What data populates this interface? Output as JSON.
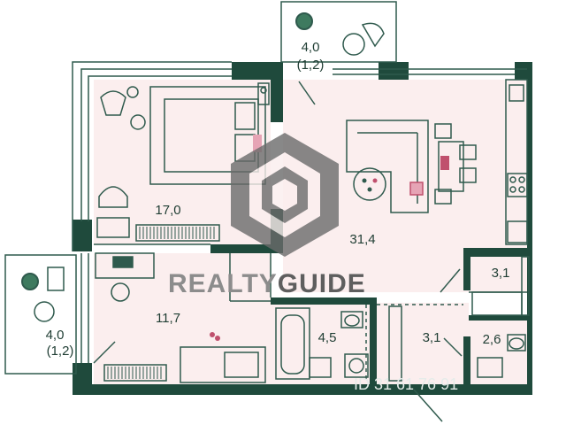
{
  "plan": {
    "rooms": [
      {
        "id": "balcony-top",
        "label": "4,0",
        "sublabel": "(1,2)"
      },
      {
        "id": "bedroom",
        "label": "17,0"
      },
      {
        "id": "living-kitchen",
        "label": "31,4"
      },
      {
        "id": "balcony-left",
        "label": "4,0",
        "sublabel": "(1,2)"
      },
      {
        "id": "second-room",
        "label": "11,7"
      },
      {
        "id": "bathroom",
        "label": "4,5"
      },
      {
        "id": "hall",
        "label": "3,1"
      },
      {
        "id": "closet",
        "label": "3,1"
      },
      {
        "id": "wc",
        "label": "2,6"
      }
    ],
    "colors": {
      "wall": "#1f4a3c",
      "room_fill": "#fbeeee",
      "line": "#2f5a4d",
      "accent": "#c0506d",
      "watermark_logo": "#6b6b6b",
      "watermark_text_gray": "#8c8c8c",
      "watermark_text_dark": "#5e5e5e"
    }
  },
  "watermark": {
    "brand_part1": "REALTY",
    "brand_part2": "GUIDE",
    "listing_id": "ID 31 61 76 91"
  }
}
